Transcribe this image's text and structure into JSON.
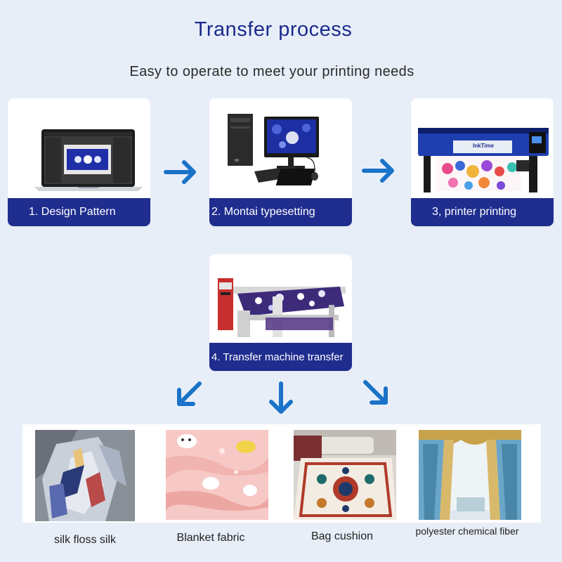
{
  "header": {
    "title": "Transfer process",
    "subtitle": "Easy to operate to meet your printing needs"
  },
  "steps": [
    {
      "label": "1. Design Pattern",
      "icon": "laptop-design-icon"
    },
    {
      "label": "2. Montai typesetting",
      "icon": "desktop-computer-icon"
    },
    {
      "label": "3, printer printing",
      "icon": "large-format-printer-icon",
      "printer_brand": "InkTime"
    },
    {
      "label": "4. Transfer machine transfer",
      "icon": "heat-transfer-machine-icon"
    }
  ],
  "products": [
    {
      "label": "silk floss silk",
      "icon": "silk-scarf-photo"
    },
    {
      "label": "Blanket fabric",
      "icon": "blanket-photo"
    },
    {
      "label": "Bag cushion",
      "icon": "rug-cushion-photo"
    },
    {
      "label": "polyester chemical fiber",
      "icon": "curtain-photo"
    }
  ],
  "colors": {
    "background": "#e8eef8",
    "accent_dark_blue": "#1f2d8f",
    "arrow_blue": "#1a73c8",
    "title_blue": "#1a2a8c"
  }
}
